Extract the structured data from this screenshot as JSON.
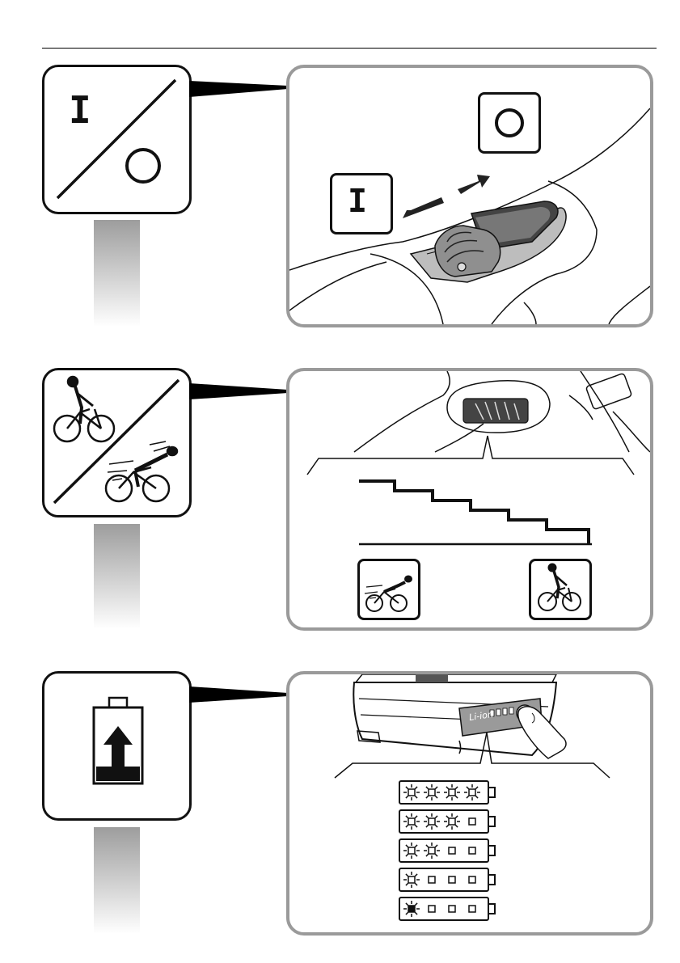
{
  "switch_section": {
    "icon": "power-on-off-symbol",
    "on_symbol": "I",
    "off_symbol": "O"
  },
  "speed_section": {
    "icon": "cyclist-slow-fast-symbol",
    "levels": 6,
    "left_icon": "fast-cyclist-icon",
    "right_icon": "slow-cyclist-icon"
  },
  "battery_section": {
    "icon": "battery-charge-indicator-icon",
    "brand_label": "Li-ion",
    "charge_levels": [
      {
        "lit": 4,
        "total": 4
      },
      {
        "lit": 3,
        "total": 4
      },
      {
        "lit": 2,
        "total": 4
      },
      {
        "lit": 1,
        "total": 4
      },
      {
        "lit": 1,
        "total": 4,
        "blinking": true
      }
    ]
  },
  "colors": {
    "line": "#111111",
    "panel_border": "#9a9a9a",
    "bar_gray": "#9d9d9d"
  }
}
